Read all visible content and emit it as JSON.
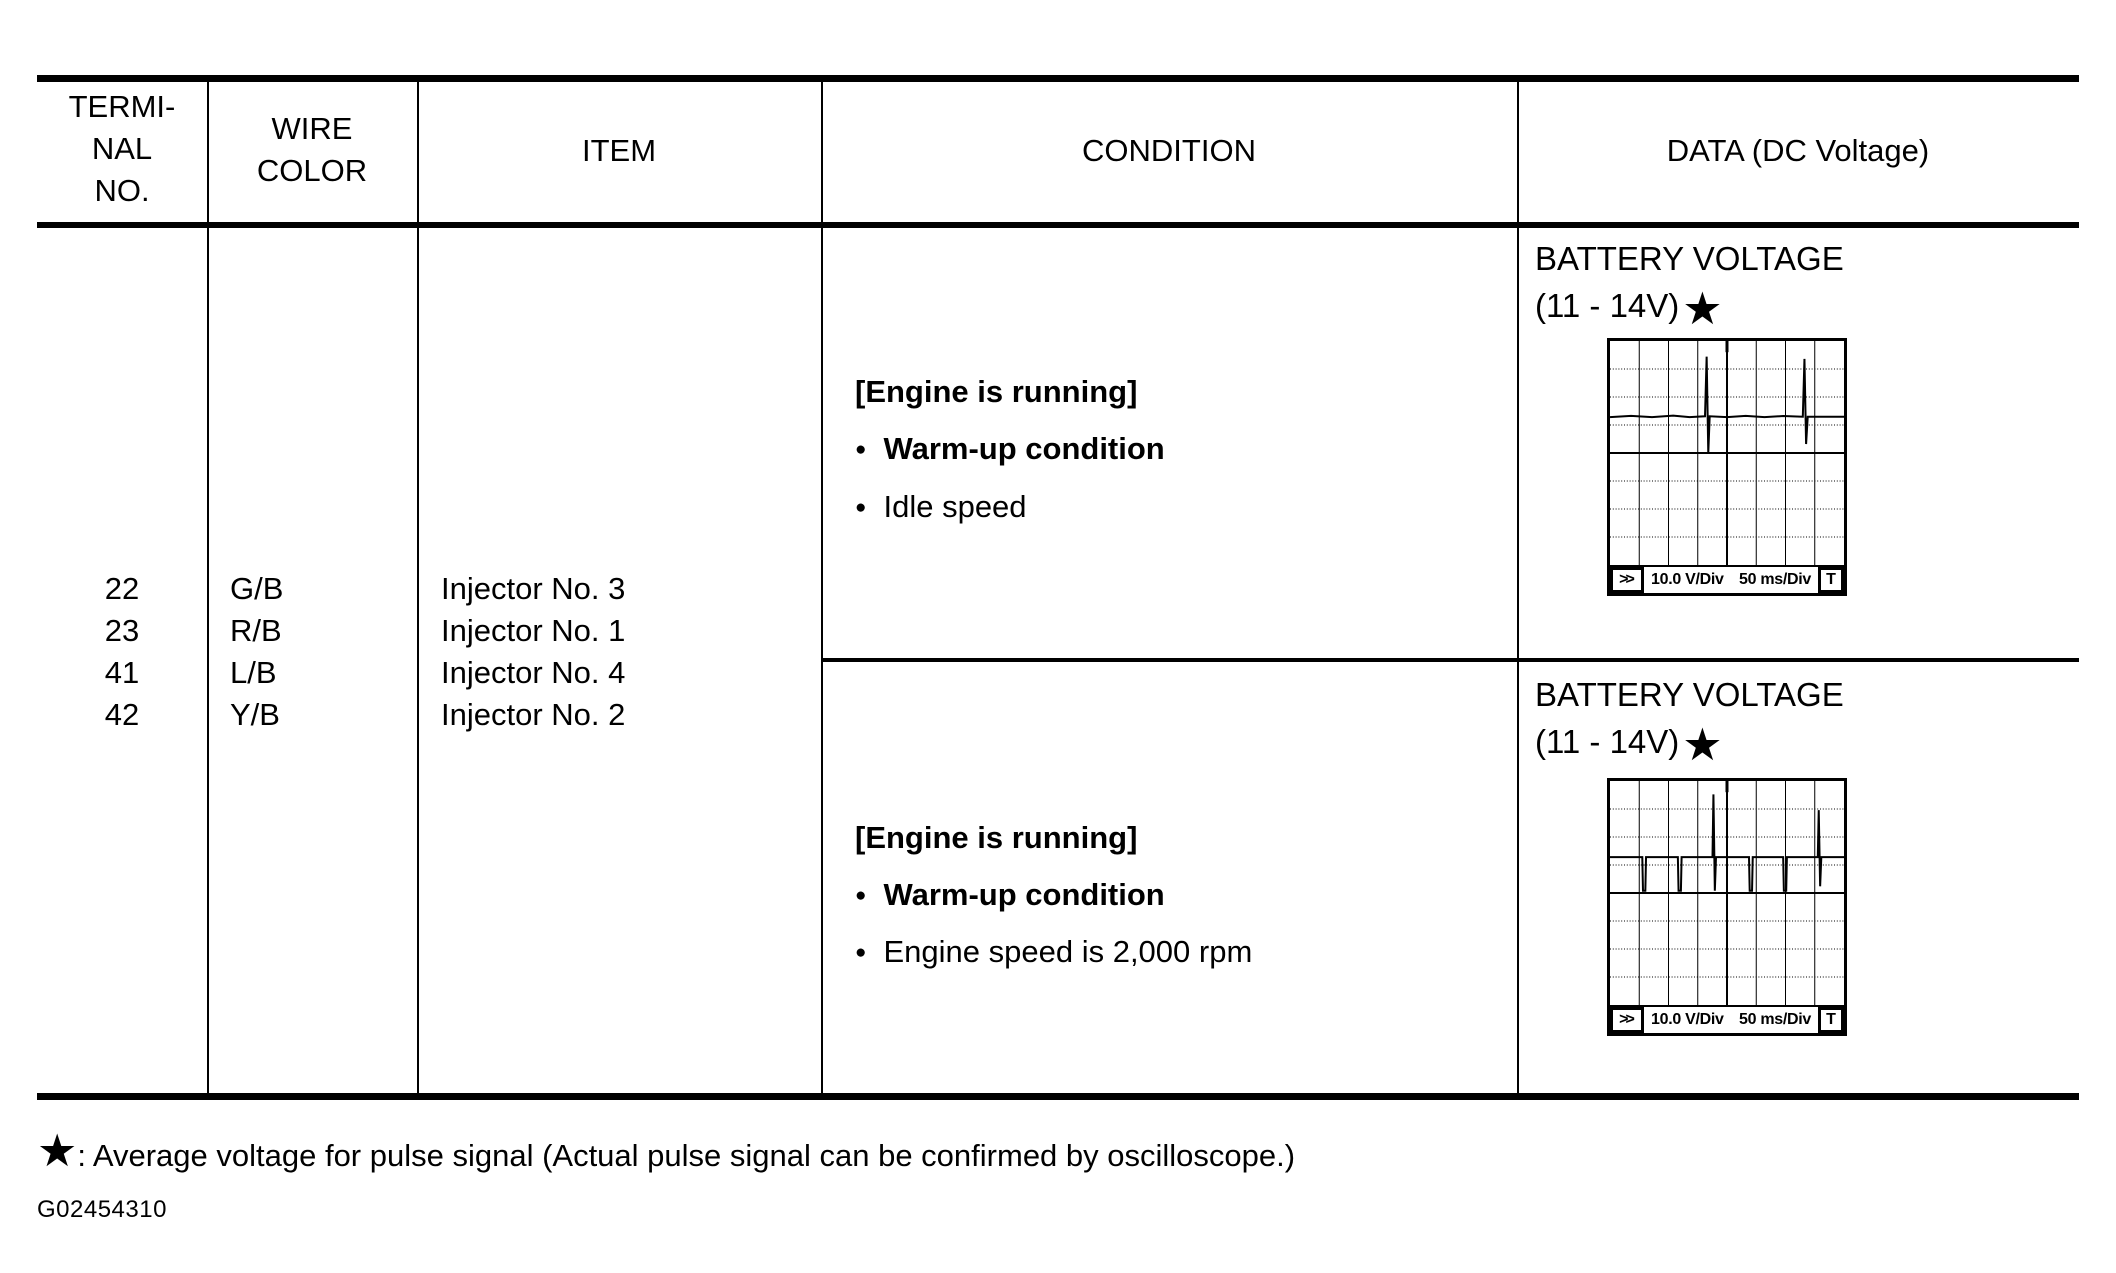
{
  "colors": {
    "ink": "#000000",
    "paper": "#ffffff"
  },
  "glyphs": {
    "bullet": "●",
    "star": "★"
  },
  "table": {
    "header": {
      "terminal_lines": [
        "TERMI-",
        "NAL",
        "NO."
      ],
      "wire_lines": [
        "WIRE",
        "COLOR"
      ],
      "item": "ITEM",
      "condition": "CONDITION",
      "data": "DATA (DC Voltage)"
    },
    "rows": [
      {
        "terminal_no": "22",
        "wire_color": "G/B",
        "item": "Injector No. 3"
      },
      {
        "terminal_no": "23",
        "wire_color": "R/B",
        "item": "Injector No. 1"
      },
      {
        "terminal_no": "41",
        "wire_color": "L/B",
        "item": "Injector No. 4"
      },
      {
        "terminal_no": "42",
        "wire_color": "Y/B",
        "item": "Injector No. 2"
      }
    ],
    "condition_cells": [
      {
        "header": "[Engine is running]",
        "bullets": [
          "Warm-up condition",
          "Idle speed"
        ]
      },
      {
        "header": "[Engine is running]",
        "bullets": [
          "Warm-up condition",
          "Engine speed is 2,000 rpm"
        ]
      }
    ],
    "data_cells": [
      {
        "title": "BATTERY VOLTAGE",
        "range": "(11 - 14V)",
        "scope": {
          "left_badge": ">>",
          "volts_per_div": "10.0 V/Div",
          "time_per_div": "50 ms/Div",
          "right_badge": "T",
          "trace": [
            [
              0,
              34
            ],
            [
              9,
              33.4
            ],
            [
              18,
              34
            ],
            [
              27,
              33.3
            ],
            [
              34,
              34
            ],
            [
              40.6,
              33.6
            ],
            [
              41.3,
              7
            ],
            [
              42,
              50
            ],
            [
              42.6,
              33.6
            ],
            [
              50,
              34
            ],
            [
              58,
              33.4
            ],
            [
              66,
              34
            ],
            [
              74,
              33.5
            ],
            [
              82.4,
              33.8
            ],
            [
              83.1,
              8
            ],
            [
              83.8,
              46
            ],
            [
              84.5,
              33.8
            ],
            [
              100,
              33.8
            ]
          ]
        }
      },
      {
        "title": "BATTERY VOLTAGE",
        "range": "(11 - 14V)",
        "scope": {
          "left_badge": ">>",
          "volts_per_div": "10.0 V/Div",
          "time_per_div": "50 ms/Div",
          "right_badge": "T",
          "trace": [
            [
              0,
              34
            ],
            [
              13.8,
              34
            ],
            [
              14.1,
              49
            ],
            [
              15.1,
              49
            ],
            [
              15.4,
              34
            ],
            [
              29,
              34
            ],
            [
              29.3,
              49
            ],
            [
              30.3,
              49
            ],
            [
              30.6,
              34
            ],
            [
              43.8,
              34
            ],
            [
              44.2,
              6
            ],
            [
              44.8,
              49
            ],
            [
              45.3,
              34
            ],
            [
              59.4,
              34
            ],
            [
              59.7,
              49
            ],
            [
              60.7,
              49
            ],
            [
              61,
              34
            ],
            [
              74,
              34
            ],
            [
              74.3,
              49
            ],
            [
              75.3,
              49
            ],
            [
              75.6,
              34
            ],
            [
              88.8,
              34
            ],
            [
              89.2,
              13
            ],
            [
              89.8,
              47
            ],
            [
              90.3,
              34
            ],
            [
              100,
              34
            ]
          ]
        }
      }
    ]
  },
  "footnote": ": Average voltage for pulse signal (Actual pulse signal can be confirmed by oscilloscope.)",
  "figure_id": "G02454310"
}
